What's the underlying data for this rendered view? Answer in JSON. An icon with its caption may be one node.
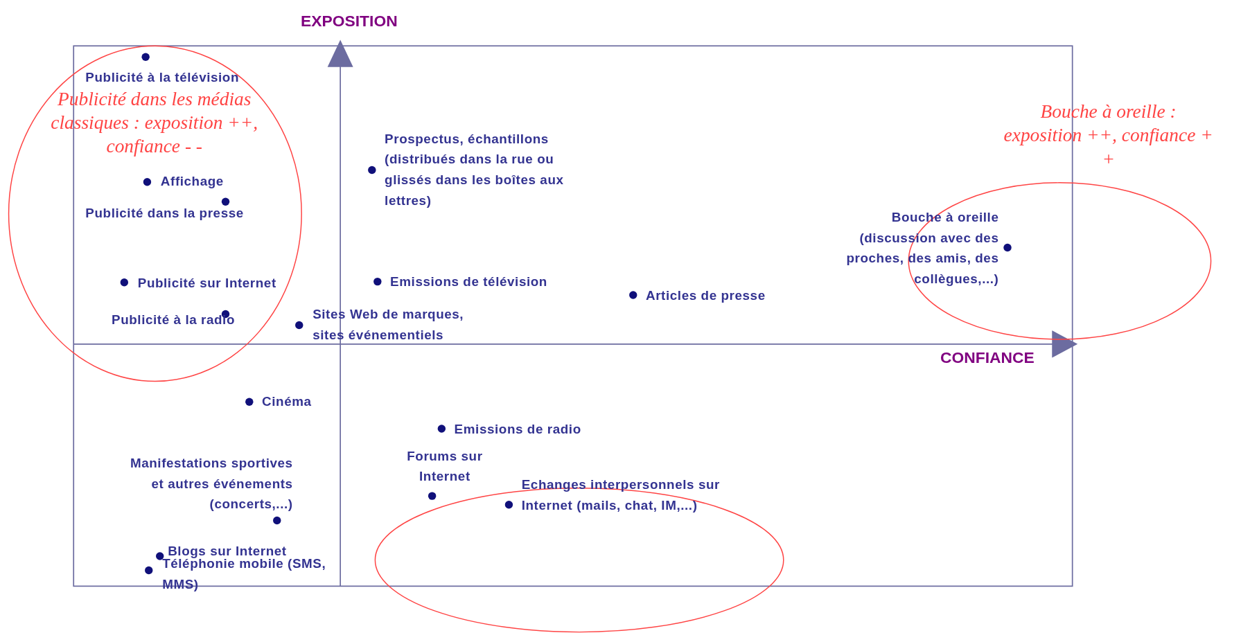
{
  "diagram": {
    "nodes": [
      {
        "text": [
          "Publicité dans les médias classiques : exposition ++, confiance - -"
        ]
      },
      {
        "text": [
          "Bouche à oreille : exposition ++, confiance + +"
        ]
      },
      {
        "text": [],
        "shape": "ellipse"
      }
    ],
    "labels": [
      "EXPOSITION",
      "Publicité à la télévision",
      "Affichage",
      "Publicité dans la presse",
      "Publicité sur Internet",
      "Publicité à la radio",
      "Prospectus, échantillons (distribués dans la rue ou glissés dans les boîtes aux lettres)",
      "Emissions de télévision",
      "Sites Web de marques, sites événementiels",
      "Articles de presse",
      "Bouche à oreille (discussion avec des proches, des amis, des collègues,...)",
      "CONFIANCE",
      "Cinéma",
      "Emissions de radio",
      "Forums sur Internet",
      "Echanges interpersonnels sur Internet (mails, chat, IM,...)",
      "Manifestations sportives et autres événements (concerts,...)",
      "Blogs sur Internet",
      "Téléphonie mobile (SMS, MMS)"
    ]
  }
}
